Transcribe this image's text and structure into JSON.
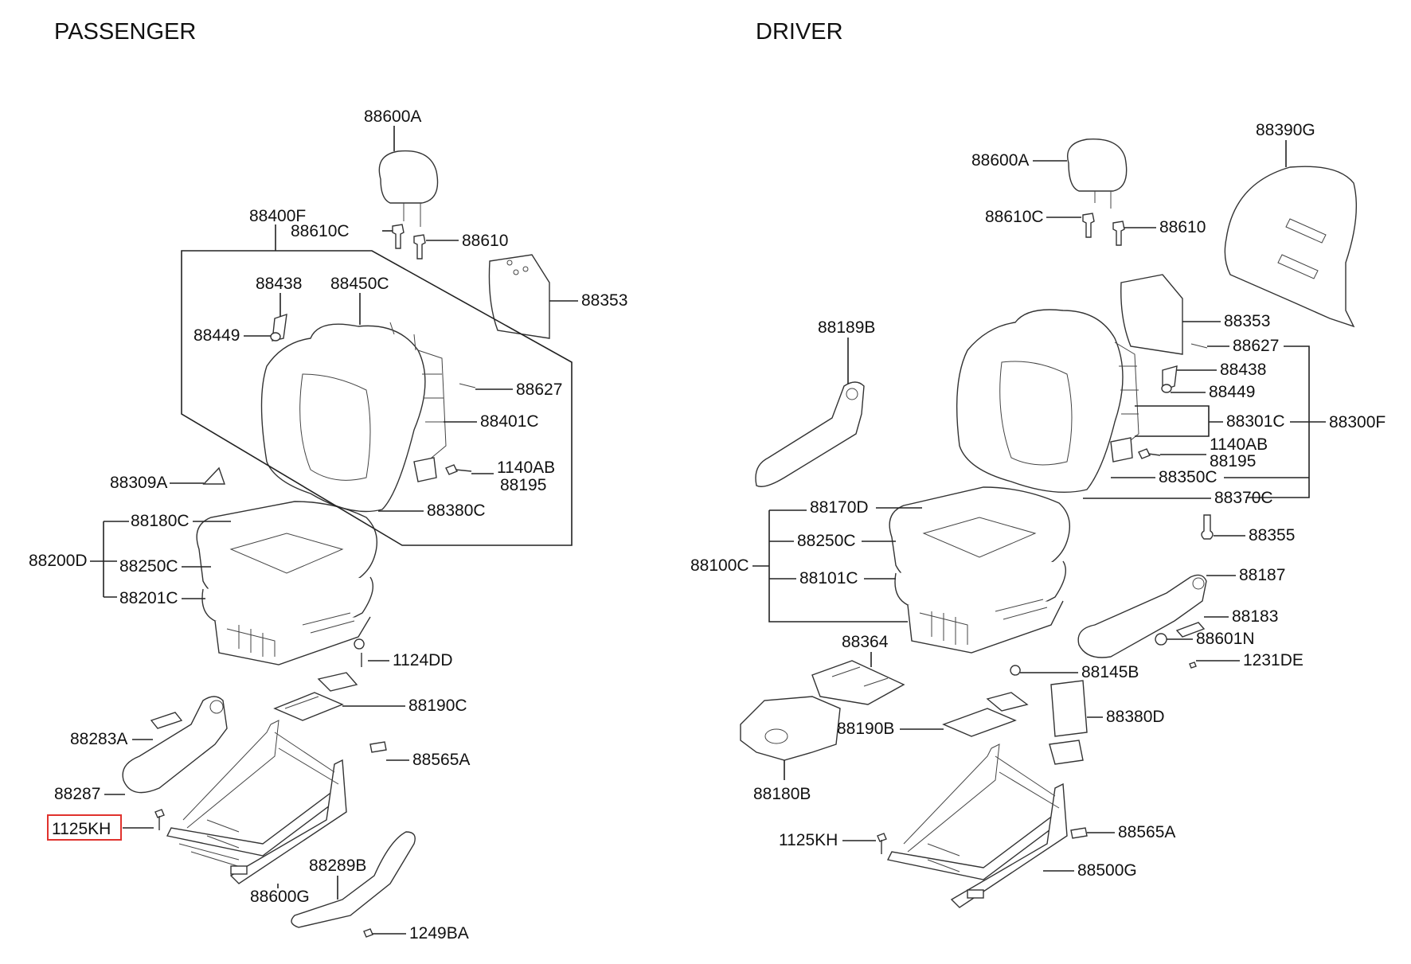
{
  "sections": {
    "passenger": "PASSENGER",
    "driver": "DRIVER"
  },
  "highlight_color": "#e0322d",
  "selected_part": "1125KH",
  "passenger_labels": {
    "headrest": "88600A",
    "back_assy": "88400F",
    "guide_c": "88610C",
    "guide": "88610",
    "board": "88353",
    "knob": "88438",
    "escutcheon": "88449",
    "back_pad": "88450C",
    "pin": "88627",
    "back_frame": "88401C",
    "bolt_a": "1140AB",
    "bolt_b": "88195",
    "cover": "88309A",
    "back_cover": "88380C",
    "cush_assy": "88200D",
    "cush_cover": "88180C",
    "cush_pad": "88250C",
    "cush_frame": "88201C",
    "screw": "1124DD",
    "sensor": "88190C",
    "knob2": "88283A",
    "clip": "88565A",
    "side_cover": "88287",
    "bolt_kh": "1125KH",
    "track_cover": "88289B",
    "track": "88600G",
    "screw2": "1249BA"
  },
  "driver_labels": {
    "back_trim": "88390G",
    "headrest": "88600A",
    "guide_c": "88610C",
    "guide": "88610",
    "board": "88353",
    "cover": "88189B",
    "pin": "88627",
    "knob": "88438",
    "escutcheon": "88449",
    "back_frame": "88301C",
    "back_assy": "88300F",
    "bolt_a": "1140AB",
    "bolt_b": "88195",
    "back_pad": "88350C",
    "back_cover": "88370C",
    "cush_cover": "88170D",
    "cush_pad": "88250C",
    "cush_assy": "88100C",
    "cush_frame": "88101C",
    "lever_knob": "88355",
    "side_cover": "88187",
    "knob2": "88183",
    "nut": "88601N",
    "sensor_pad": "88364",
    "screw": "1231DE",
    "clip2": "88145B",
    "mat": "88180B",
    "sensor": "88190B",
    "module": "88380D",
    "bolt_kh": "1125KH",
    "clip": "88565A",
    "track": "88500G"
  }
}
